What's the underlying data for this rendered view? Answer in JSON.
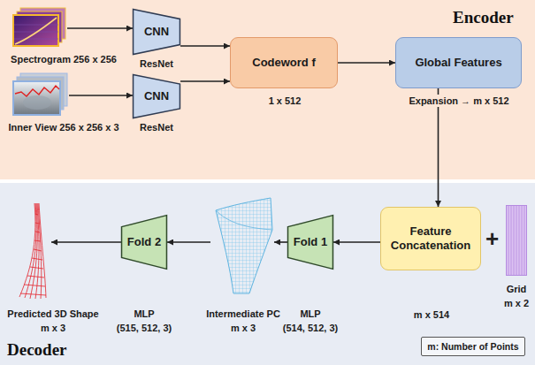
{
  "diagram": {
    "nodes": [
      {
        "text": [
          "Encoder"
        ]
      },
      {
        "text": [
          "Spectrogram 256 x 256"
        ],
        "in": 0
      },
      {
        "text": [
          "CNN",
          "ResNet"
        ],
        "in": 0
      },
      {
        "text": [
          "Inner View 256 x 256 x 3"
        ],
        "in": 0
      },
      {
        "text": [
          "CNN",
          "ResNet"
        ],
        "in": 0
      },
      {
        "text": [
          "Codeword f",
          "1 x 512"
        ],
        "in": 0
      },
      {
        "text": [
          "Global Features",
          "Expansion → m x 512"
        ],
        "in": 0
      },
      {
        "text": [
          "Decoder"
        ]
      },
      {
        "text": [
          "Predicted 3D Shape",
          "m x 3"
        ],
        "in": 7
      },
      {
        "text": [
          "Fold 2",
          "MLP",
          "(515, 512, 3)"
        ],
        "in": 7
      },
      {
        "text": [
          "Intermediate PC",
          "m x 3"
        ],
        "in": 7
      },
      {
        "text": [
          "Fold 1",
          "MLP",
          "(514, 512, 3)"
        ],
        "in": 7
      },
      {
        "text": [
          "Feature Concatenation",
          "m x 514"
        ],
        "in": 7
      },
      {
        "text": [
          "Grid",
          "m x 2"
        ],
        "in": 7
      },
      {
        "text": [
          "m: Number of Points"
        ],
        "in": 7
      }
    ],
    "edges": [
      {
        "from": 1,
        "to": 2,
        "arrow": "to"
      },
      {
        "from": 3,
        "to": 4,
        "arrow": "to"
      },
      {
        "from": 2,
        "to": 5,
        "arrow": "to"
      },
      {
        "from": 4,
        "to": 5,
        "arrow": "to"
      },
      {
        "from": 5,
        "to": 6,
        "arrow": "to"
      },
      {
        "from": 6,
        "to": 12,
        "arrow": "to"
      },
      {
        "from": 12,
        "to": 11,
        "arrow": "to"
      },
      {
        "from": 11,
        "to": 10,
        "arrow": "to"
      },
      {
        "from": 10,
        "to": 9,
        "arrow": "to"
      },
      {
        "from": 9,
        "to": 8,
        "arrow": "to"
      }
    ],
    "labels": [
      "+"
    ]
  }
}
